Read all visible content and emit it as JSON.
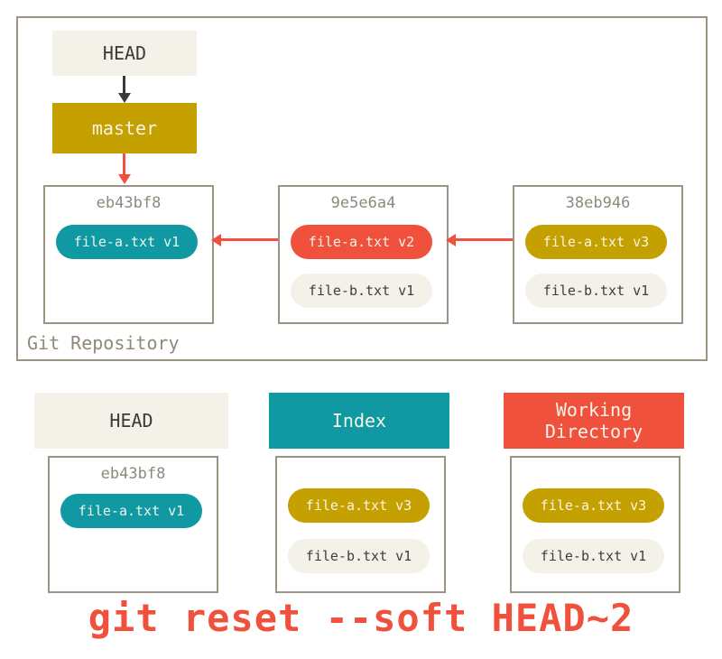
{
  "caption": "git reset --soft HEAD~2",
  "repository": {
    "label": "Git Repository",
    "head_label": "HEAD",
    "branch_label": "master",
    "commits": [
      {
        "id": "eb43bf8",
        "files": [
          {
            "name": "file-a.txt v1",
            "color": "#1099a2"
          }
        ]
      },
      {
        "id": "9e5e6a4",
        "files": [
          {
            "name": "file-a.txt v2",
            "color": "#f0513c"
          },
          {
            "name": "file-b.txt v1",
            "color": "#f4f1e8"
          }
        ]
      },
      {
        "id": "38eb946",
        "files": [
          {
            "name": "file-a.txt v3",
            "color": "#c4a000"
          },
          {
            "name": "file-b.txt v1",
            "color": "#f4f1e8"
          }
        ]
      }
    ]
  },
  "trees": [
    {
      "title": "HEAD",
      "commit_id": "eb43bf8",
      "files": [
        {
          "name": "file-a.txt v1",
          "color": "#1099a2"
        }
      ]
    },
    {
      "title": "Index",
      "files": [
        {
          "name": "file-a.txt v3",
          "color": "#c4a000"
        },
        {
          "name": "file-b.txt v1",
          "color": "#f4f1e8"
        }
      ]
    },
    {
      "title": "Working Directory",
      "files": [
        {
          "name": "file-a.txt v3",
          "color": "#c4a000"
        },
        {
          "name": "file-b.txt v1",
          "color": "#f4f1e8"
        }
      ]
    }
  ],
  "colors": {
    "teal": "#1099a2",
    "red": "#f0513c",
    "gold": "#c4a000",
    "cream": "#f4f1e8",
    "box_border": "#9c9384",
    "muted_text": "#8f897b",
    "caption_text": "#f0513c"
  }
}
